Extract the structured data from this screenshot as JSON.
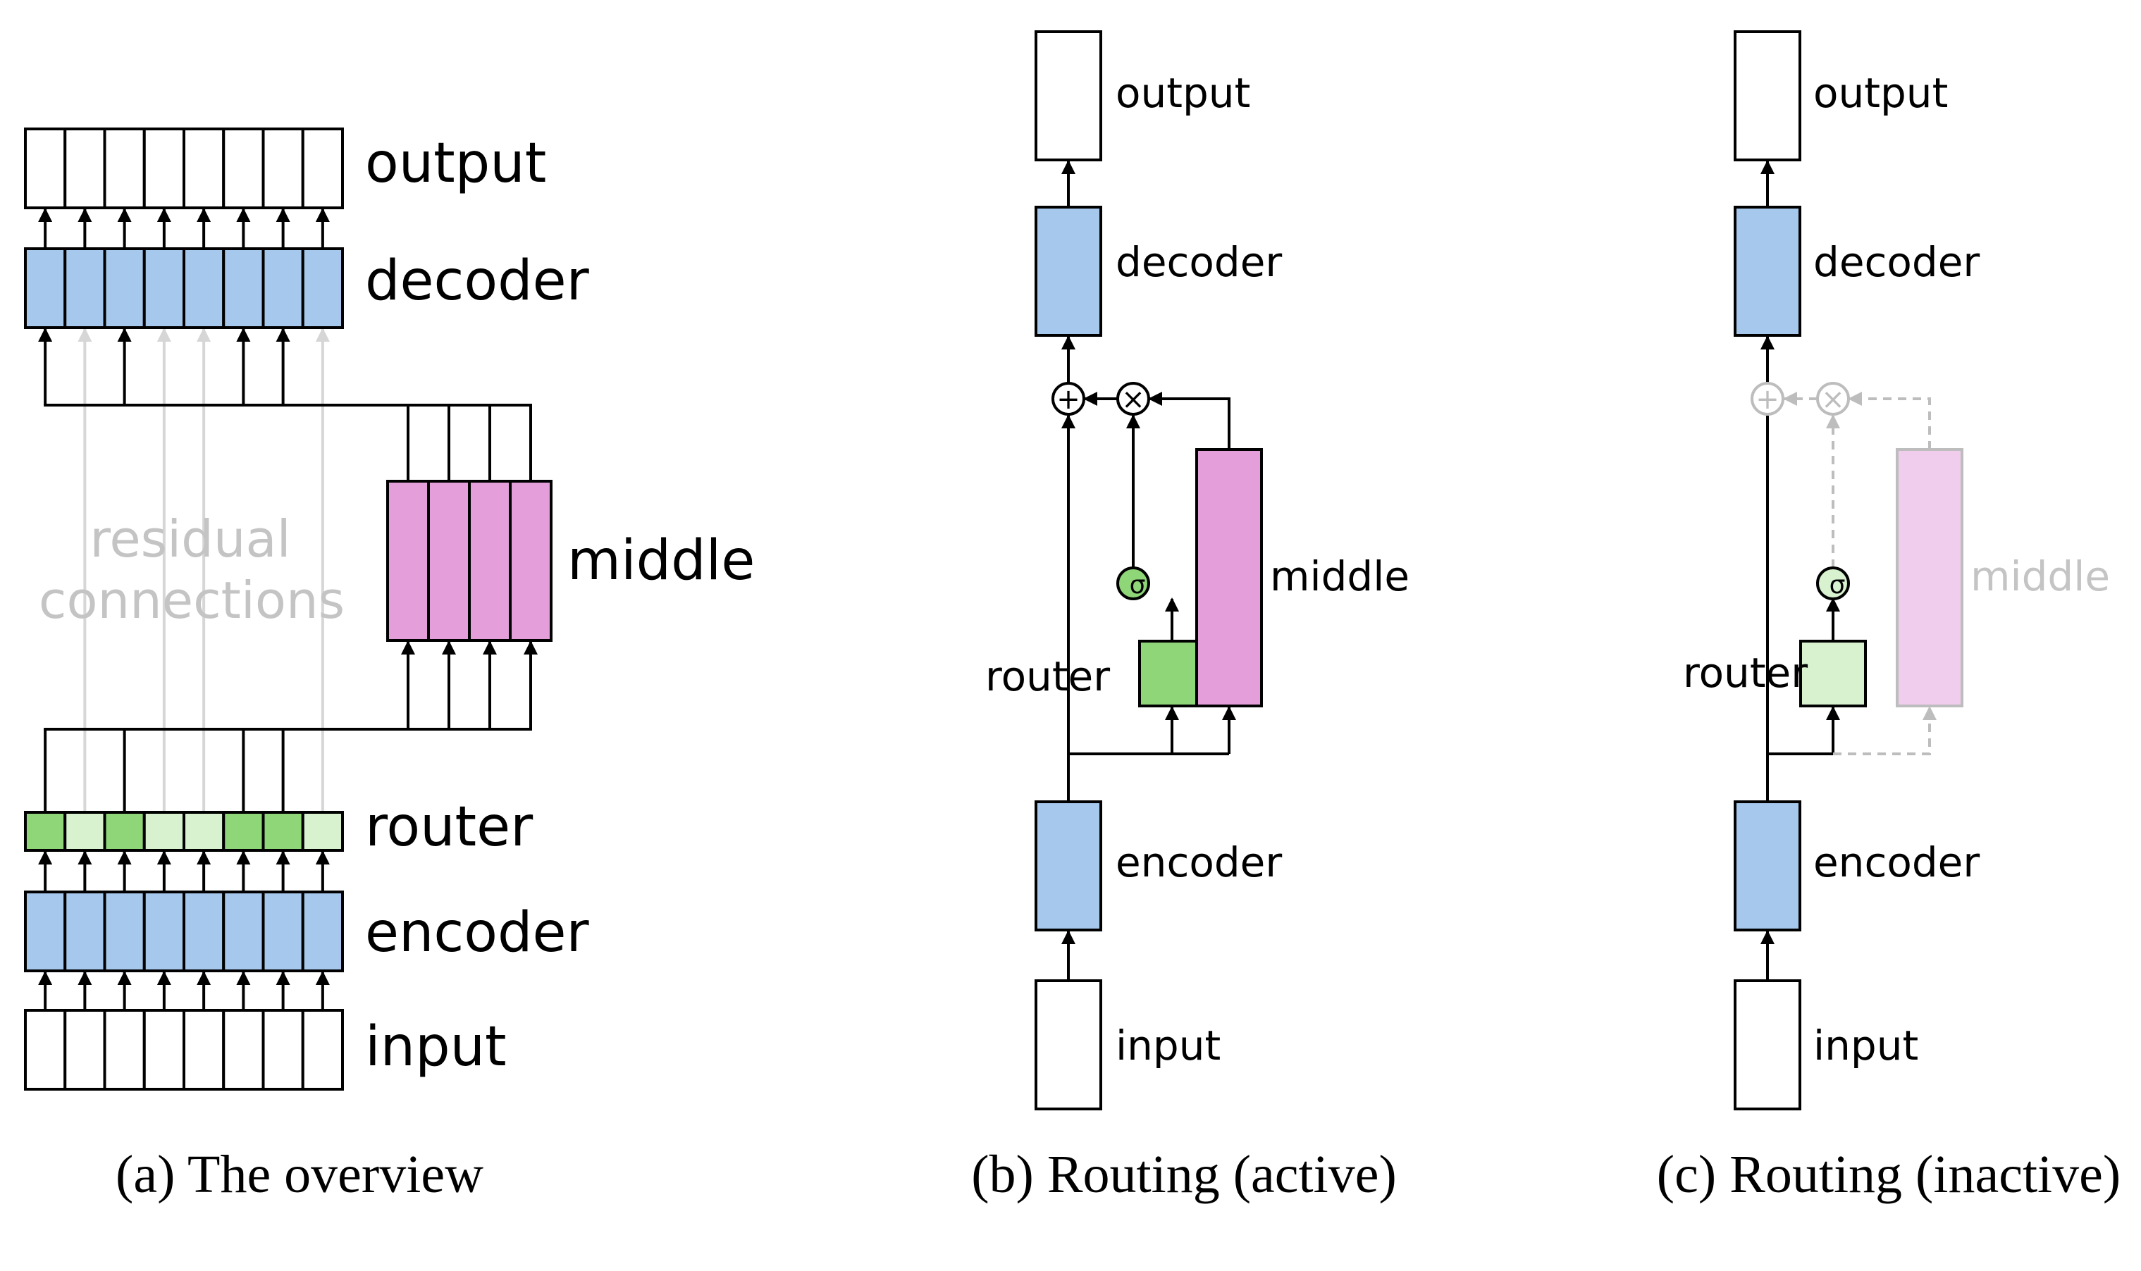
{
  "panels": {
    "a": {
      "caption": "(a) The overview",
      "labels": {
        "output": "output",
        "decoder": "decoder",
        "middle": "middle",
        "router": "router",
        "encoder": "encoder",
        "input": "input",
        "residual_line1": "residual",
        "residual_line2": "connections"
      },
      "token_count": 8,
      "routed_tokens": [
        0,
        2,
        5,
        6
      ],
      "middle_token_count": 4
    },
    "b": {
      "caption": "(b) Routing (active)",
      "labels": {
        "output": "output",
        "decoder": "decoder",
        "middle": "middle",
        "router": "router",
        "encoder": "encoder",
        "input": "input",
        "plus": "+",
        "times": "×",
        "sigma": "σ"
      }
    },
    "c": {
      "caption": "(c) Routing (inactive)",
      "labels": {
        "output": "output",
        "decoder": "decoder",
        "middle": "middle",
        "router": "router",
        "encoder": "encoder",
        "input": "input",
        "plus": "+",
        "times": "×",
        "sigma": "σ"
      }
    }
  },
  "colors": {
    "blue": "#a6c8ec",
    "pink": "#e49fdb",
    "pink_faded": "#f0cdec",
    "green": "#8ed678",
    "green_light": "#d8f2cf",
    "gray": "#d6d6d6",
    "gray_dark": "#bdbdbd",
    "black": "#000000"
  }
}
